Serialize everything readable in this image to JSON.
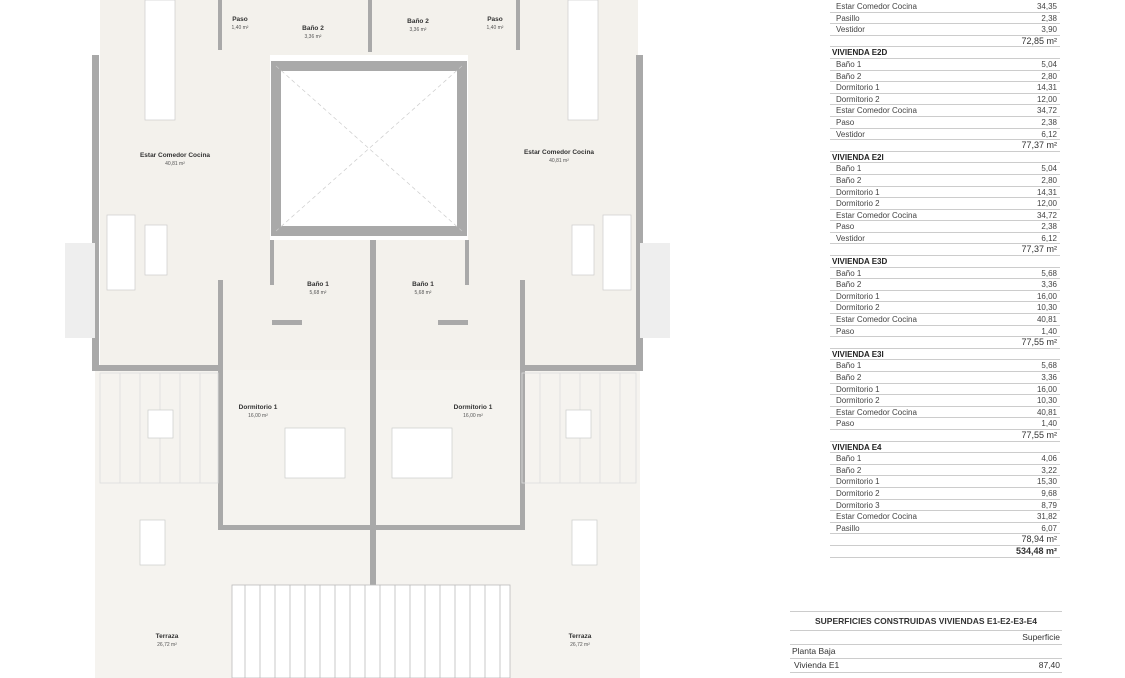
{
  "plan": {
    "rooms": [
      {
        "name": "Paso",
        "area": "1,40 m²"
      },
      {
        "name": "Baño 2",
        "area": "3,36 m²"
      },
      {
        "name": "Baño 2",
        "area": "3,36 m²"
      },
      {
        "name": "Paso",
        "area": "1,40 m²"
      },
      {
        "name": "Estar Comedor Cocina",
        "area": "40,81 m²"
      },
      {
        "name": "Estar Comedor Cocina",
        "area": "40,81 m²"
      },
      {
        "name": "Baño 1",
        "area": "5,68 m²"
      },
      {
        "name": "Baño 1",
        "area": "5,68 m²"
      },
      {
        "name": "Dormitorio 1",
        "area": "16,00 m²"
      },
      {
        "name": "Dormitorio 1",
        "area": "16,00 m²"
      },
      {
        "name": "Terraza",
        "area": "26,72 m²"
      },
      {
        "name": "Terraza",
        "area": "26,72 m²"
      }
    ]
  },
  "areas_table": {
    "unit": "m²",
    "groups": [
      {
        "title": "",
        "rows": [
          [
            "Estar Comedor Cocina",
            "34,35"
          ],
          [
            "Pasillo",
            "2,38"
          ],
          [
            "Vestidor",
            "3,90"
          ]
        ],
        "total": "72,85 m²"
      },
      {
        "title": "VIVIENDA E2D",
        "rows": [
          [
            "Baño 1",
            "5,04"
          ],
          [
            "Baño 2",
            "2,80"
          ],
          [
            "Dormitorio 1",
            "14,31"
          ],
          [
            "Dormitorio 2",
            "12,00"
          ],
          [
            "Estar Comedor Cocina",
            "34,72"
          ],
          [
            "Paso",
            "2,38"
          ],
          [
            "Vestidor",
            "6,12"
          ]
        ],
        "total": "77,37 m²"
      },
      {
        "title": "VIVIENDA E2I",
        "rows": [
          [
            "Baño 1",
            "5,04"
          ],
          [
            "Baño 2",
            "2,80"
          ],
          [
            "Dormitorio 1",
            "14,31"
          ],
          [
            "Dormitorio 2",
            "12,00"
          ],
          [
            "Estar Comedor Cocina",
            "34,72"
          ],
          [
            "Paso",
            "2,38"
          ],
          [
            "Vestidor",
            "6,12"
          ]
        ],
        "total": "77,37 m²"
      },
      {
        "title": "VIVIENDA E3D",
        "rows": [
          [
            "Baño 1",
            "5,68"
          ],
          [
            "Baño 2",
            "3,36"
          ],
          [
            "Dormitorio 1",
            "16,00"
          ],
          [
            "Dormitorio 2",
            "10,30"
          ],
          [
            "Estar Comedor Cocina",
            "40,81"
          ],
          [
            "Paso",
            "1,40"
          ]
        ],
        "total": "77,55 m²"
      },
      {
        "title": "VIVIENDA E3I",
        "rows": [
          [
            "Baño 1",
            "5,68"
          ],
          [
            "Baño 2",
            "3,36"
          ],
          [
            "Dormitorio 1",
            "16,00"
          ],
          [
            "Dormitorio 2",
            "10,30"
          ],
          [
            "Estar Comedor Cocina",
            "40,81"
          ],
          [
            "Paso",
            "1,40"
          ]
        ],
        "total": "77,55 m²"
      },
      {
        "title": "VIVIENDA E4",
        "rows": [
          [
            "Baño 1",
            "4,06"
          ],
          [
            "Baño 2",
            "3,22"
          ],
          [
            "Dormitorio 1",
            "15,30"
          ],
          [
            "Dormitorio 2",
            "9,68"
          ],
          [
            "Dormitorio 3",
            "8,79"
          ],
          [
            "Estar Comedor Cocina",
            "31,82"
          ],
          [
            "Pasillo",
            "6,07"
          ]
        ],
        "total": "78,94 m²"
      }
    ],
    "grand_total": "534,48 m²"
  },
  "built_table": {
    "title": "SUPERFICIES CONSTRUIDAS VIVIENDAS E1-E2-E3-E4",
    "column": "Superficie",
    "section": "Planta Baja",
    "rows": [
      [
        "Vivienda E1",
        "87,40"
      ]
    ]
  },
  "colors": {
    "floor": "#f3f1ec",
    "wall": "#a9a9a9",
    "line": "#cfcfcf"
  }
}
